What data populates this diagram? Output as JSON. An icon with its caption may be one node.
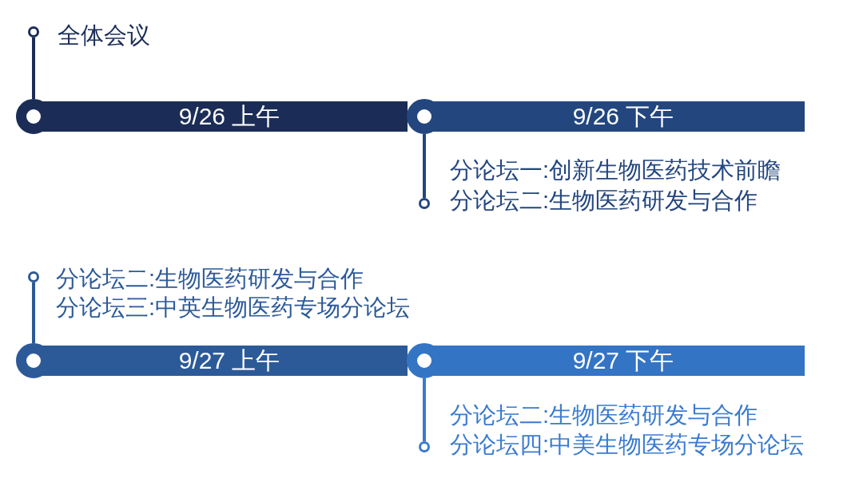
{
  "diagram": {
    "nodes": [
      {
        "text": [],
        "shape": "circle",
        "beside": [
          "全体会议"
        ]
      },
      {
        "text": [
          "9/26 上午"
        ]
      },
      {
        "text": [
          "9/26 下午"
        ]
      },
      {
        "text": [],
        "shape": "circle",
        "beside": [
          "分论坛一:创新生物医药技术前瞻",
          "分论坛二:生物医药研发与合作"
        ]
      },
      {
        "text": [],
        "shape": "circle",
        "beside": [
          "分论坛二:生物医药研发与合作",
          "分论坛三:中英生物医药专场分论坛"
        ]
      },
      {
        "text": [
          "9/27 上午"
        ]
      },
      {
        "text": [
          "9/27 下午"
        ]
      },
      {
        "text": [],
        "shape": "circle",
        "beside": [
          "分论坛二:生物医药研发与合作",
          "分论坛四:中美生物医药专场分论坛"
        ]
      }
    ],
    "edges": [
      {
        "from": 1,
        "to": 0,
        "arrow": "none",
        "color": "#1b2d57"
      },
      {
        "from": 2,
        "to": 3,
        "arrow": "none",
        "color": "#23467f"
      },
      {
        "from": 5,
        "to": 4,
        "arrow": "none",
        "color": "#2c5a98"
      },
      {
        "from": 6,
        "to": 7,
        "arrow": "none",
        "color": "#3a7bd0"
      }
    ]
  }
}
